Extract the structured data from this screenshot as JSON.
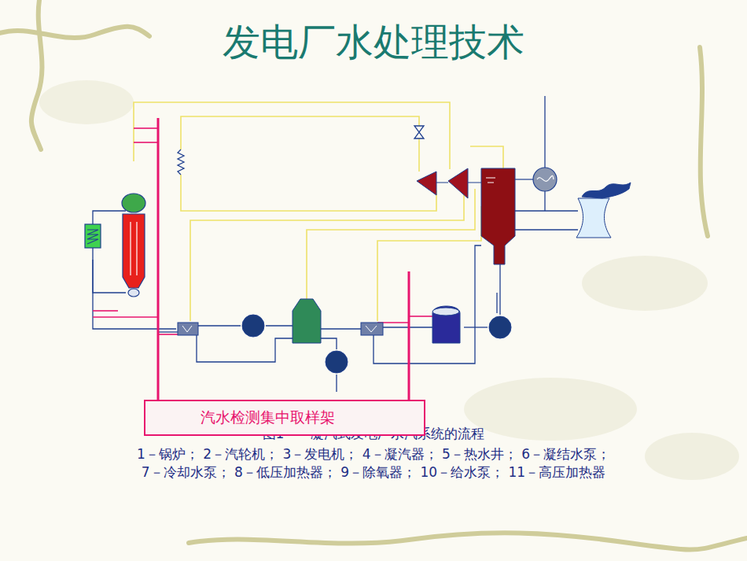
{
  "diagram": {
    "title": "发电厂水处理技术",
    "caption": "图1　　凝汽式发电厂水汽系统的流程",
    "nodes": [
      {
        "text": [
          "汽水检测集中取样架"
        ]
      }
    ],
    "labels": [
      "1－锅炉； 2－汽轮机； 3－发电机； 4－凝汽器； 5－热水井； 6－凝结水泵；",
      "7－冷却水泵； 8－低压加热器； 9－除氧器； 10－给水泵； 11－高压加热器"
    ]
  }
}
